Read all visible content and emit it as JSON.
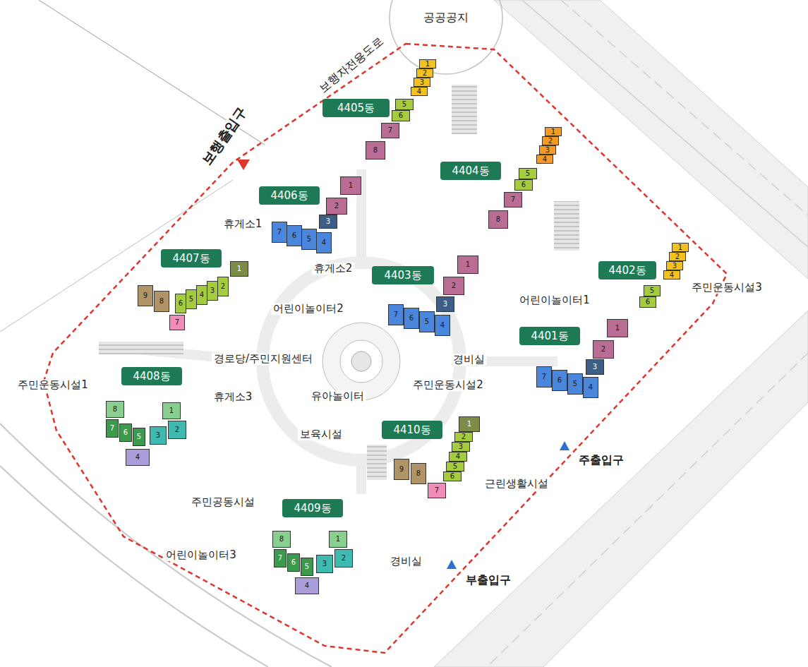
{
  "diagram": {
    "nodes": [
      {
        "text": [
          "4405동"
        ]
      },
      {
        "text": [
          "1"
        ]
      },
      {
        "text": [
          "2"
        ]
      },
      {
        "text": [
          "3"
        ]
      },
      {
        "text": [
          "4"
        ]
      },
      {
        "text": [
          "5"
        ]
      },
      {
        "text": [
          "6"
        ]
      },
      {
        "text": [
          "7"
        ]
      },
      {
        "text": [
          "8"
        ]
      },
      {
        "text": [
          "4404동"
        ]
      },
      {
        "text": [
          "1"
        ]
      },
      {
        "text": [
          "2"
        ]
      },
      {
        "text": [
          "3"
        ]
      },
      {
        "text": [
          "4"
        ]
      },
      {
        "text": [
          "5"
        ]
      },
      {
        "text": [
          "6"
        ]
      },
      {
        "text": [
          "7"
        ]
      },
      {
        "text": [
          "8"
        ]
      },
      {
        "text": [
          "4406동"
        ]
      },
      {
        "text": [
          "1"
        ]
      },
      {
        "text": [
          "2"
        ]
      },
      {
        "text": [
          "3"
        ]
      },
      {
        "text": [
          "4"
        ]
      },
      {
        "text": [
          "5"
        ]
      },
      {
        "text": [
          "6"
        ]
      },
      {
        "text": [
          "7"
        ]
      },
      {
        "text": [
          "4407동"
        ]
      },
      {
        "text": [
          "1"
        ]
      },
      {
        "text": [
          "2"
        ]
      },
      {
        "text": [
          "3"
        ]
      },
      {
        "text": [
          "4"
        ]
      },
      {
        "text": [
          "5"
        ]
      },
      {
        "text": [
          "6"
        ]
      },
      {
        "text": [
          "7"
        ]
      },
      {
        "text": [
          "8"
        ]
      },
      {
        "text": [
          "9"
        ]
      },
      {
        "text": [
          "4403동"
        ]
      },
      {
        "text": [
          "1"
        ]
      },
      {
        "text": [
          "2"
        ]
      },
      {
        "text": [
          "3"
        ]
      },
      {
        "text": [
          "4"
        ]
      },
      {
        "text": [
          "5"
        ]
      },
      {
        "text": [
          "6"
        ]
      },
      {
        "text": [
          "7"
        ]
      },
      {
        "text": [
          "4402동"
        ]
      },
      {
        "text": [
          "1"
        ]
      },
      {
        "text": [
          "2"
        ]
      },
      {
        "text": [
          "3"
        ]
      },
      {
        "text": [
          "4"
        ]
      },
      {
        "text": [
          "5"
        ]
      },
      {
        "text": [
          "6"
        ]
      },
      {
        "text": [
          "4401동"
        ]
      },
      {
        "text": [
          "1"
        ]
      },
      {
        "text": [
          "2"
        ]
      },
      {
        "text": [
          "3"
        ]
      },
      {
        "text": [
          "4"
        ]
      },
      {
        "text": [
          "5"
        ]
      },
      {
        "text": [
          "6"
        ]
      },
      {
        "text": [
          "7"
        ]
      },
      {
        "text": [
          "4408동"
        ]
      },
      {
        "text": [
          "1"
        ]
      },
      {
        "text": [
          "2"
        ]
      },
      {
        "text": [
          "3"
        ]
      },
      {
        "text": [
          "4"
        ]
      },
      {
        "text": [
          "5"
        ]
      },
      {
        "text": [
          "6"
        ]
      },
      {
        "text": [
          "7"
        ]
      },
      {
        "text": [
          "8"
        ]
      },
      {
        "text": [
          "4410동"
        ]
      },
      {
        "text": [
          "1"
        ]
      },
      {
        "text": [
          "2"
        ]
      },
      {
        "text": [
          "3"
        ]
      },
      {
        "text": [
          "4"
        ]
      },
      {
        "text": [
          "5"
        ]
      },
      {
        "text": [
          "6"
        ]
      },
      {
        "text": [
          "7"
        ]
      },
      {
        "text": [
          "8"
        ]
      },
      {
        "text": [
          "9"
        ]
      },
      {
        "text": [
          "4409동"
        ]
      },
      {
        "text": [
          "1"
        ]
      },
      {
        "text": [
          "2"
        ]
      },
      {
        "text": [
          "3"
        ]
      },
      {
        "text": [
          "4"
        ]
      },
      {
        "text": [
          "5"
        ]
      },
      {
        "text": [
          "6"
        ]
      },
      {
        "text": [
          "7"
        ]
      },
      {
        "text": [
          "8"
        ]
      }
    ],
    "labels": [
      "공공공지",
      "보행자전용도로",
      "보행출입구",
      "휴게소1",
      "휴게소2",
      "어린이놀이터2",
      "경로당/주민지원센터",
      "경비실",
      "주민운동시설2",
      "어린이놀이터1",
      "주민운동시설3",
      "주민운동시설1",
      "휴게소3",
      "유아놀이터",
      "보육시설",
      "주출입구",
      "근린생활시설",
      "주민공동시설",
      "어린이놀이터3",
      "경비실",
      "부출입구"
    ]
  }
}
